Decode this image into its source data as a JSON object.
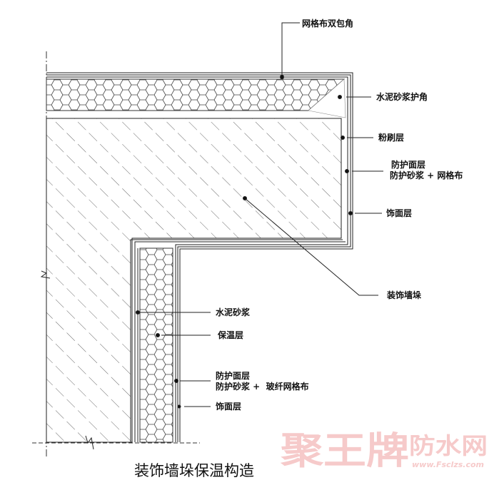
{
  "title": "装饰墙垛保温构造",
  "labels": {
    "mesh_double_corner": "网格布双包角",
    "mortar_corner_guard": "水泥砂浆护角",
    "plaster_layer": "粉刷层",
    "protective_layer_top_1": "防护面层",
    "protective_layer_top_2": "防护砂浆 + 网格布",
    "finish_layer_top": "饰面层",
    "decorative_pilaster": "装饰墙垛",
    "cement_mortar": "水泥砂浆",
    "insulation_layer": "保温层",
    "protective_layer_bottom_1": "防护面层",
    "protective_layer_bottom_2": "防护砂浆 +  玻纤网格布",
    "finish_layer_bottom": "饰面层"
  },
  "watermark": {
    "brand": "聚王牌防水网",
    "url": "www.Fsclzs.com"
  },
  "colors": {
    "line": "#222222",
    "watermark": "#f3b9b9"
  }
}
